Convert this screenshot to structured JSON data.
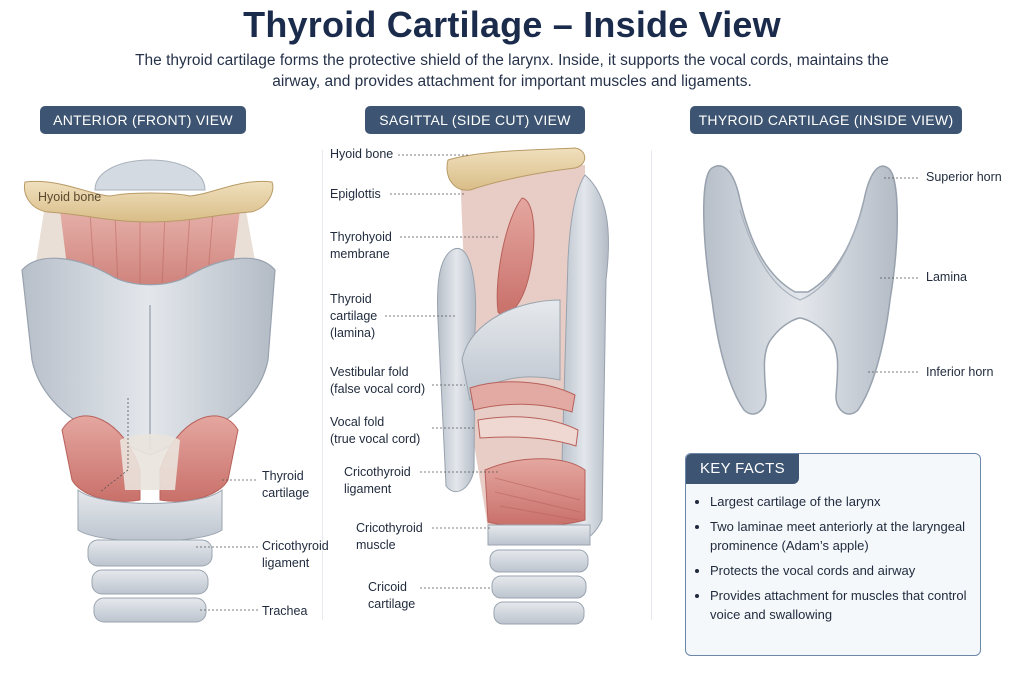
{
  "title": "Thyroid Cartilage – Inside View",
  "subtitle": "The thyroid cartilage forms the protective shield of the larynx. Inside, it supports the vocal cords, maintains the airway, and provides attachment for important muscles and ligaments.",
  "panels": {
    "anterior": {
      "heading": "ANTERIOR (FRONT) VIEW",
      "labels": [
        "Hyoid bone",
        "Thyroid\ncartilage",
        "Cricothyroid\nligament",
        "Trachea"
      ]
    },
    "sagittal": {
      "heading": "SAGITTAL (SIDE CUT) VIEW",
      "labels": [
        "Hyoid bone",
        "Epiglottis",
        "Thyrohyoid\nmembrane",
        "Thyroid\ncartilage\n(lamina)",
        "Vestibular fold\n(false vocal cord)",
        "Vocal fold\n(true vocal cord)",
        "Cricothyroid\nligament",
        "Cricothyroid\nmuscle",
        "Cricoid\ncartilage"
      ]
    },
    "inside": {
      "heading": "THYROID CARTILAGE (INSIDE VIEW)",
      "labels": [
        "Superior horn",
        "Lamina",
        "Inferior horn"
      ]
    }
  },
  "key_facts": {
    "heading": "KEY FACTS",
    "items": [
      "Largest cartilage of the larynx",
      "Two laminae meet anteriorly at the laryngeal prominence (Adam’s apple)",
      "Protects the vocal cords and airway",
      "Provides attachment for muscles that control voice and swallowing"
    ]
  },
  "colors": {
    "heading_bg": "#3d5572",
    "cartilage": "#cdd3da",
    "muscle": "#d98982",
    "bone": "#e8d3a8"
  }
}
